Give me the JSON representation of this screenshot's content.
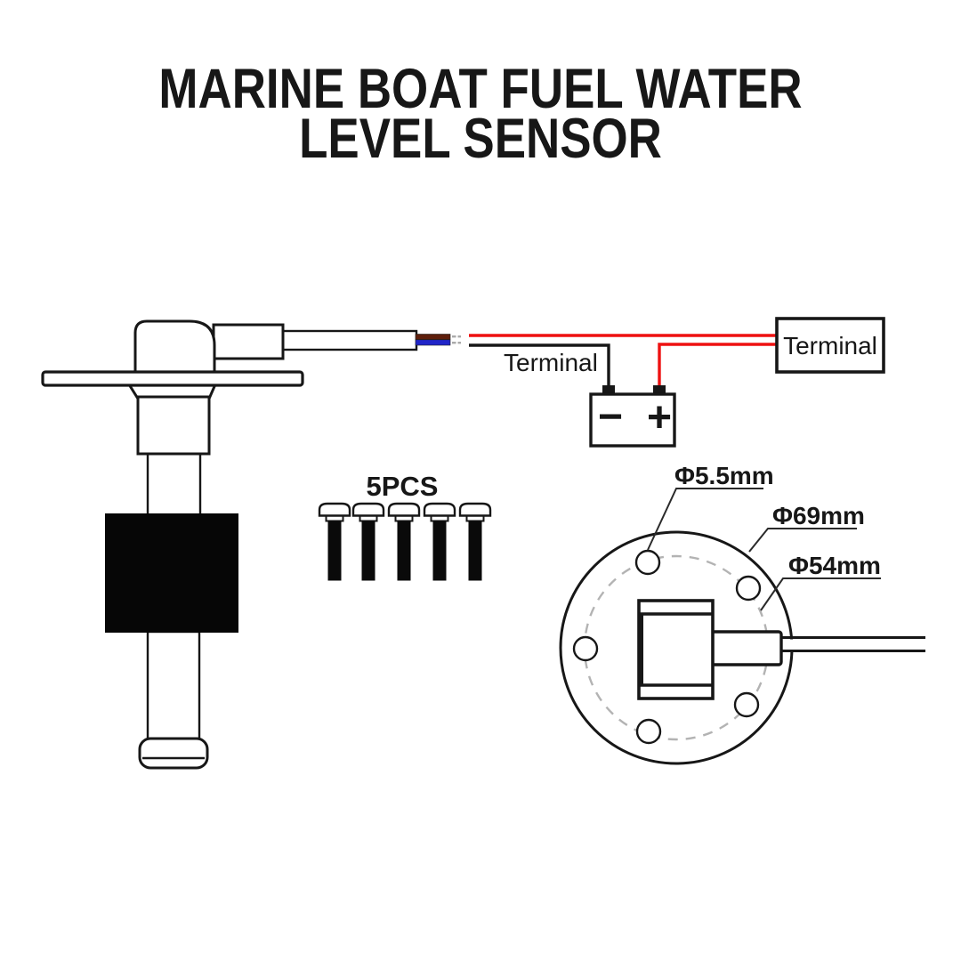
{
  "title": {
    "line1": "MARINE BOAT FUEL WATER",
    "line2": "LEVEL SENSOR"
  },
  "wiring": {
    "terminal_label": "Terminal",
    "terminal_box_label": "Terminal",
    "battery_negative": "−",
    "battery_positive": "+",
    "colors": {
      "positive_wire": "#ee1111",
      "negative_wire": "#171717",
      "sensor_wire_brown": "#5e1f0c",
      "sensor_wire_blue": "#2025c8"
    }
  },
  "screws": {
    "label": "5PCS",
    "count": 5
  },
  "flange": {
    "hole_diameter_label": "Φ5.5mm",
    "outer_diameter_label": "Φ69mm",
    "bolt_circle_diameter_label": "Φ54mm",
    "hole_count": 5
  }
}
